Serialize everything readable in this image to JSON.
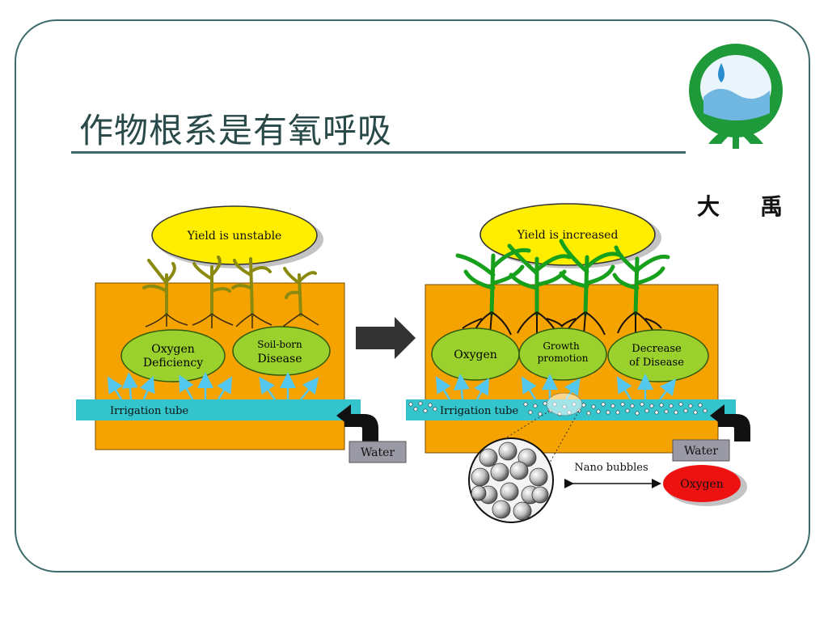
{
  "slide": {
    "title": "作物根系是有氧呼吸"
  },
  "logo": {
    "char_left": "大",
    "char_right": "禹"
  },
  "left_panel": {
    "yield_label": "Yield is unstable",
    "bubble_1_line1": "Oxygen",
    "bubble_1_line2": "Deficiency",
    "bubble_2_line1": "Soil-born",
    "bubble_2_line2": "Disease",
    "tube_label": "Irrigation tube",
    "water_label": "Water"
  },
  "right_panel": {
    "yield_label": "Yield is increased",
    "bubble_1": "Oxygen",
    "bubble_2_line1": "Growth",
    "bubble_2_line2": "promotion",
    "bubble_3_line1": "Decrease",
    "bubble_3_line2": "of Disease",
    "tube_label": "Irrigation tube",
    "water_label": "Water",
    "nano_label": "Nano bubbles",
    "oxygen_label": "Oxygen"
  },
  "colors": {
    "frame": "#3d6b6b",
    "soil": "#f5a300",
    "tube": "#33c4cc",
    "bubble_green": "#9bd12c",
    "yield_yellow": "#ffee00",
    "oxygen_red": "#ee1111",
    "logo_green": "#1f9a3a"
  }
}
